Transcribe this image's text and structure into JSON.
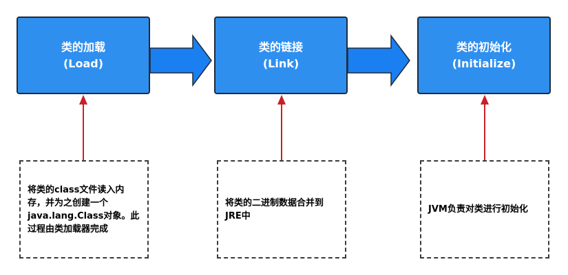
{
  "colors": {
    "box_fill": "#2f8fef",
    "box_border": "#1f2b3a",
    "flow_arrow_fill": "#1a7ff0",
    "pointer_line": "#c8202a",
    "note_border": "#3a3a3a"
  },
  "stages": [
    {
      "title": "类的加载",
      "subtitle": "(Load)"
    },
    {
      "title": "类的链接",
      "subtitle": "(Link)"
    },
    {
      "title": "类的初始化",
      "subtitle": "(Initialize)"
    }
  ],
  "notes": [
    {
      "text": "将类的class文件读入内存，并为之创建一个java.lang.Class对象。此过程由类加载器完成"
    },
    {
      "text": "将类的二进制数据合并到JRE中"
    },
    {
      "text": "JVM负责对类进行初始化"
    }
  ]
}
